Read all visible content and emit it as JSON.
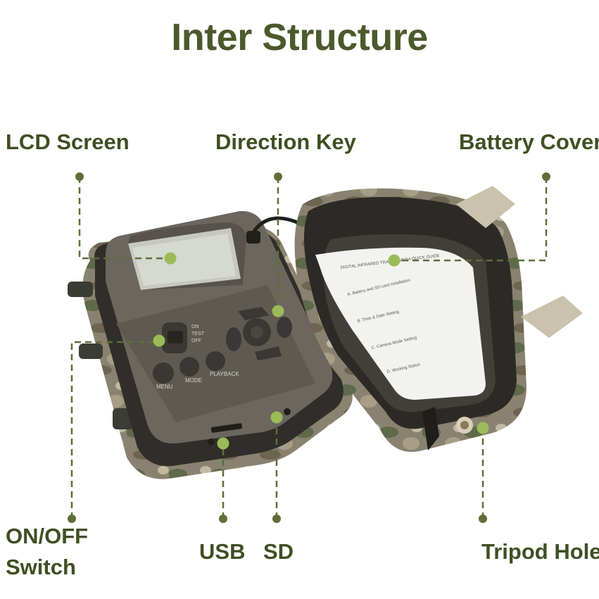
{
  "title": "Inter Structure",
  "colors": {
    "accent": "#4a5a2c",
    "leader": "#5f6e37",
    "dot": "#5f6e37",
    "hotspot": "#9bbb59",
    "body": "#6a655d"
  },
  "labels": {
    "lcd_screen": "LCD Screen",
    "direction_key": "Direction Key",
    "battery_cover": "Battery Cover",
    "on_off_line1": "ON/OFF",
    "on_off_line2": "Switch",
    "usb": "USB",
    "sd": "SD",
    "tripod_hole": "Tripod Hole"
  },
  "device": {
    "button_labels": [
      "MENU",
      "MODE",
      "PLAYBACK"
    ],
    "switch_labels": [
      "ON",
      "TEST",
      "OFF"
    ],
    "manual_heading": "DIGITAL INFRARED TRAIL CAMERA QUICK GUIDE",
    "manual_sections": [
      "A. Battery and SD card installation",
      "B. Time & Date Setting",
      "C. Camera Mode Setting",
      "D. Working Status"
    ]
  }
}
